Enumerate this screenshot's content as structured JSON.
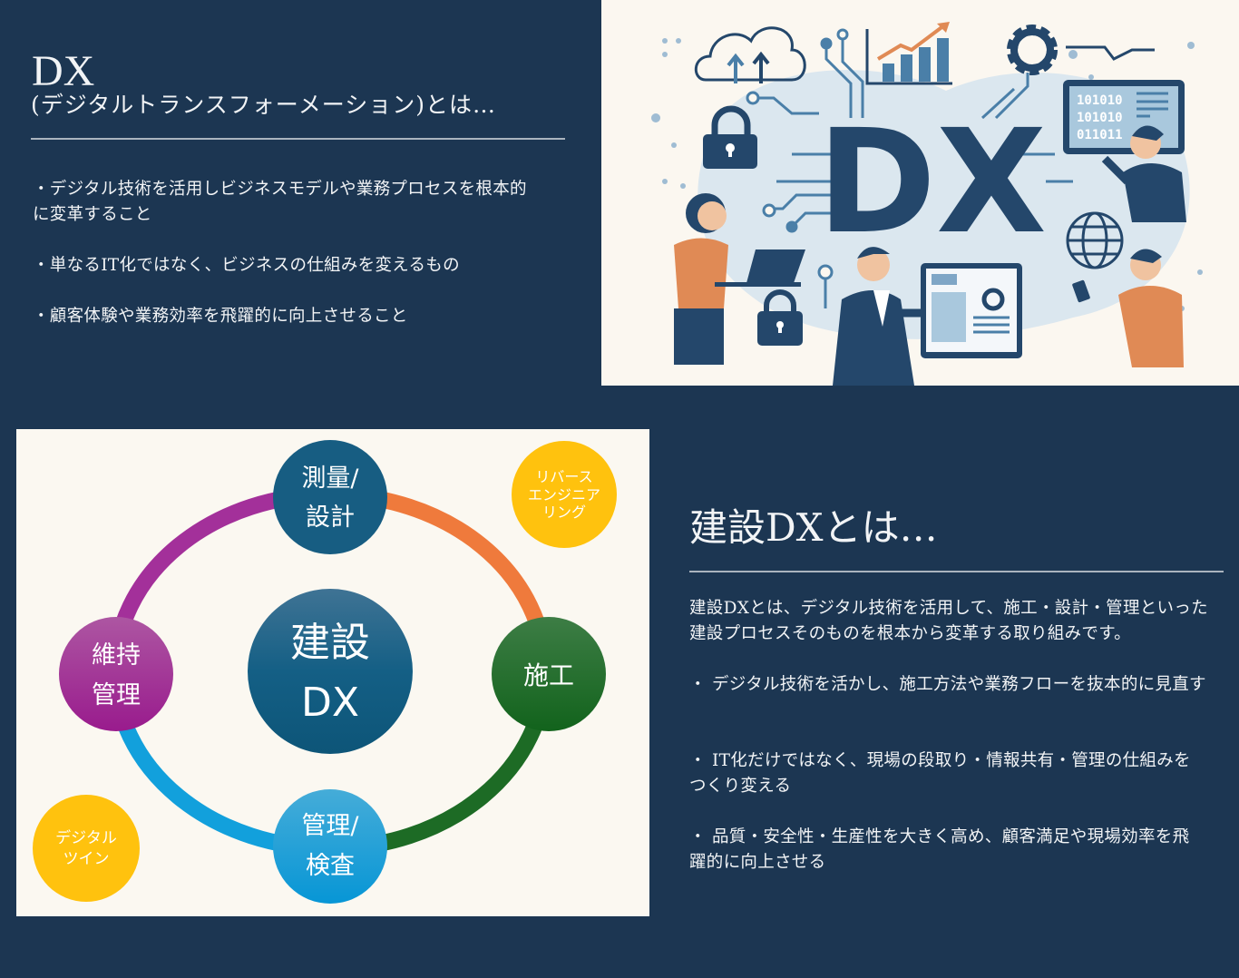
{
  "dx_section": {
    "title": "DX",
    "subtitle": "(デジタルトランスフォーメーション)とは…",
    "bullets": [
      "・デジタル技術を活用しビジネスモデルや業務プロセスを根本的に変革すること",
      "・単なるIT化ではなく、ビジネスの仕組みを変えるもの",
      "・顧客体験や業務効率を飛躍的に向上させること"
    ]
  },
  "illustration": {
    "big_text": "DX",
    "binary_lines": [
      "101010",
      "101010",
      "011011"
    ]
  },
  "diagram": {
    "center": [
      "建設",
      "DX"
    ],
    "nodes": {
      "top": [
        "測量/",
        "設計"
      ],
      "right": [
        "施工"
      ],
      "bottom": [
        "管理/",
        "検査"
      ],
      "left": [
        "維持",
        "管理"
      ]
    },
    "extras": {
      "reverse_engineering": [
        "リバース",
        "エンジニア",
        "リング"
      ],
      "digital_twin": [
        "デジタル",
        "ツイン"
      ]
    },
    "colors": {
      "orange": "#ef7a3c",
      "green": "#1d6b25",
      "blue": "#12a0dc",
      "purple": "#a3309a",
      "navy": "#175d82",
      "yellow": "#ffc20e"
    }
  },
  "construction_dx": {
    "title": "建設DXとは…",
    "intro": "建設DXとは、デジタル技術を活用して、施工・設計・管理といった建設プロセスそのものを根本から変革する取り組みです。",
    "bullets": [
      "・ デジタル技術を活かし、施工方法や業務フローを抜本的に見直す",
      "・ IT化だけではなく、現場の段取り・情報共有・管理の仕組みをつくり変える",
      "・ 品質・安全性・生産性を大きく高め、顧客満足や現場効率を飛躍的に向上させる"
    ]
  }
}
